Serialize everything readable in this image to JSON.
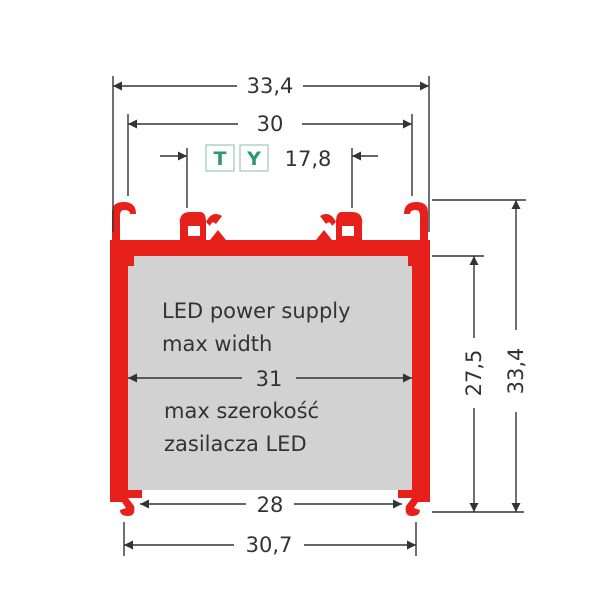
{
  "colors": {
    "profile": "#e8201c",
    "insert": "#d2d2d2",
    "dimension": "#333333",
    "badge_text": "#2c9a6a",
    "badge_border": "#9ec9b4"
  },
  "dimensions": {
    "outer_width": "33,4",
    "inner_top_width": "30",
    "mount_spacing": "17,8",
    "max_supply_width": "31",
    "inner_bottom_width": "28",
    "bottom_width": "30,7",
    "inner_height": "27,5",
    "outer_height": "33,4"
  },
  "badges": {
    "t_label": "T",
    "y_label": "Y"
  },
  "text": {
    "english_line1": "LED power supply",
    "english_line2": "max width",
    "polish_line1": "max szerokość",
    "polish_line2": "zasilacza LED"
  }
}
